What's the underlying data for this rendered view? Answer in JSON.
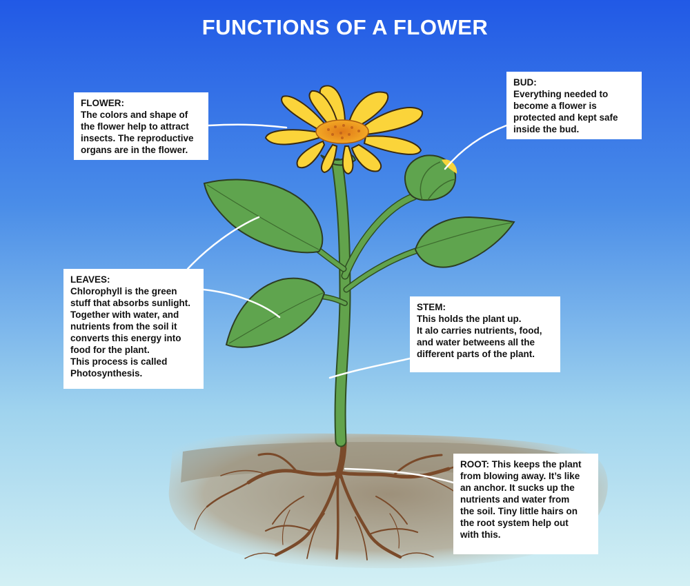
{
  "diagram": {
    "title": "FUNCTIONS OF A FLOWER",
    "callouts": {
      "flower": {
        "lines": [
          "FLOWER:",
          "The colors and shape of",
          "the flower help to attract",
          "insects. The reproductive",
          "organs are in the flower."
        ]
      },
      "bud": {
        "lines": [
          "BUD:",
          "Everything needed to",
          "become a flower is",
          "protected and kept safe",
          "inside the bud."
        ]
      },
      "leaves": {
        "lines": [
          "LEAVES:",
          "Chlorophyll is the green",
          "stuff that absorbs sunlight.",
          "Together with water, and",
          "nutrients from the soil it",
          "converts this energy into",
          "food for the plant.",
          "This process is called",
          "Photosynthesis."
        ]
      },
      "stem": {
        "lines": [
          "STEM:",
          "This holds the plant up.",
          "It alo carries nutrients, food,",
          "and water betweens all the",
          "different parts of the plant."
        ]
      },
      "root": {
        "lines": [
          "ROOT: This keeps the plant",
          "from blowing away. It’s like",
          "an anchor. It sucks up the",
          "nutrients and water from",
          "the soil. Tiny little hairs on",
          "the root system help out",
          "with this."
        ]
      }
    },
    "colors": {
      "sky_top": "#2159e6",
      "sky_bottom": "#cdeef4",
      "petal": "#fbd43a",
      "flower_center": "#f09a1c",
      "leaf": "#5fa44e",
      "stem": "#5a9a48",
      "soil": "#a79b85",
      "root": "#7a4a2a"
    }
  }
}
